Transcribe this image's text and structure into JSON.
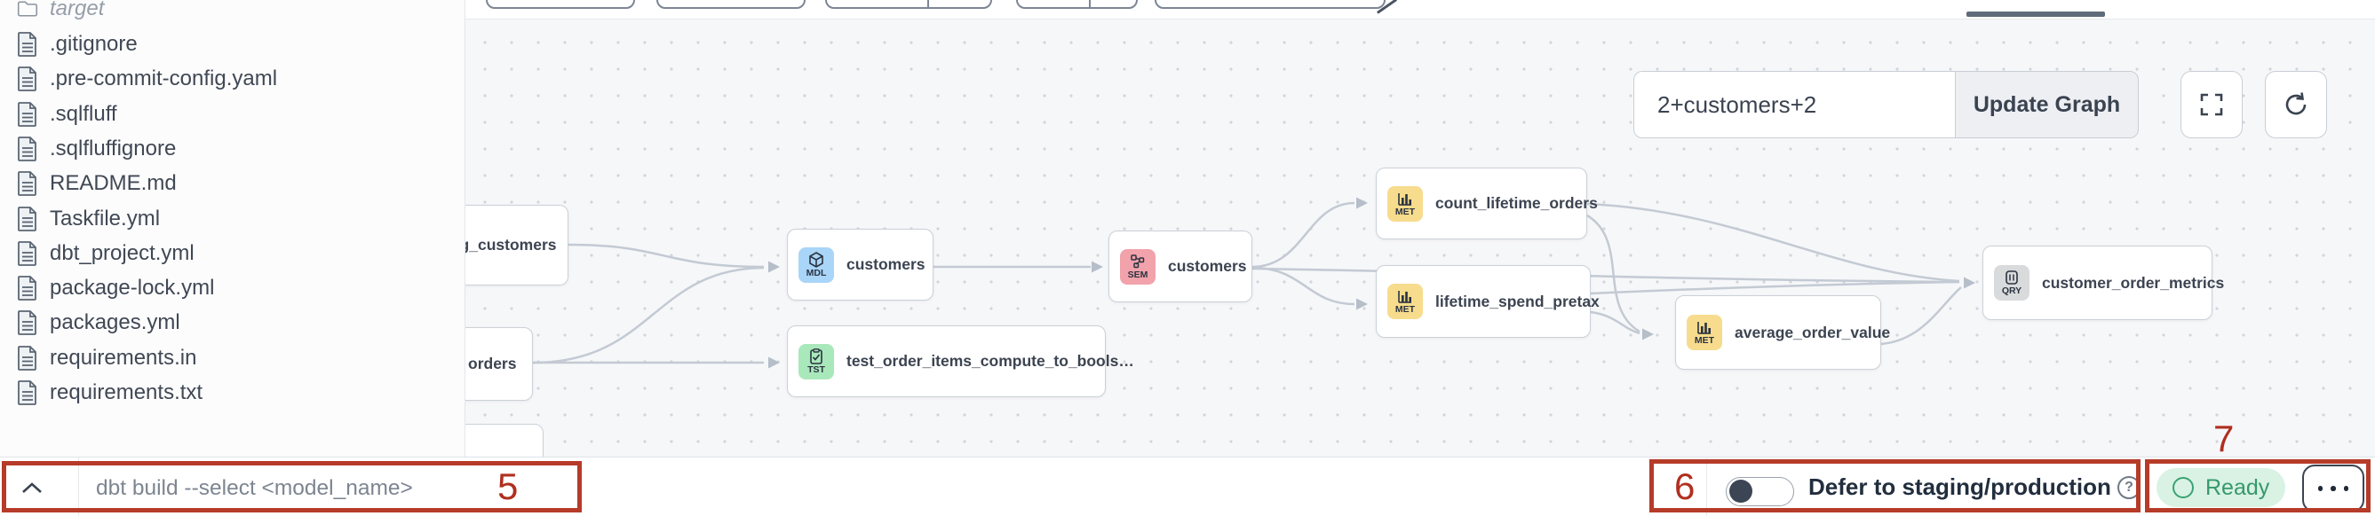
{
  "sidebar": {
    "folder": {
      "label": "target"
    },
    "files": [
      ".gitignore",
      ".pre-commit-config.yaml",
      ".sqlfluff",
      ".sqlfluffignore",
      "README.md",
      "Taskfile.yml",
      "dbt_project.yml",
      "package-lock.yml",
      "packages.yml",
      "requirements.in",
      "requirements.txt"
    ]
  },
  "graph": {
    "controls": {
      "selector_value": "2+customers+2",
      "update_button": "Update Graph"
    },
    "nodes": [
      {
        "id": "stg_customers",
        "label": "stg_customers",
        "badge": null
      },
      {
        "id": "orders",
        "label": "orders",
        "badge": null
      },
      {
        "id": "customers_mdl",
        "label": "customers",
        "badge": "MDL"
      },
      {
        "id": "test_order_items",
        "label": "test_order_items_compute_to_bools…",
        "badge": "TST"
      },
      {
        "id": "customers_sem",
        "label": "customers",
        "badge": "SEM"
      },
      {
        "id": "count_lifetime_orders",
        "label": "count_lifetime_orders",
        "badge": "MET"
      },
      {
        "id": "lifetime_spend_pretax",
        "label": "lifetime_spend_pretax",
        "badge": "MET"
      },
      {
        "id": "average_order_value",
        "label": "average_order_value",
        "badge": "MET"
      },
      {
        "id": "customer_order_metrics",
        "label": "customer_order_metrics",
        "badge": "QRY"
      }
    ],
    "badge_colors": {
      "MDL": "#a9d5f8",
      "TST": "#a9e8bb",
      "SEM": "#f2a2ab",
      "MET": "#f7dc8d",
      "QRY": "#d9dadc"
    }
  },
  "bottom_bar": {
    "command_placeholder": "dbt build --select <model_name>",
    "defer_label": "Defer to staging/production",
    "help_symbol": "?",
    "ready_label": "Ready"
  },
  "annotations": {
    "box5": "5",
    "box6": "6",
    "box7": "7",
    "color": "#b63b28"
  }
}
